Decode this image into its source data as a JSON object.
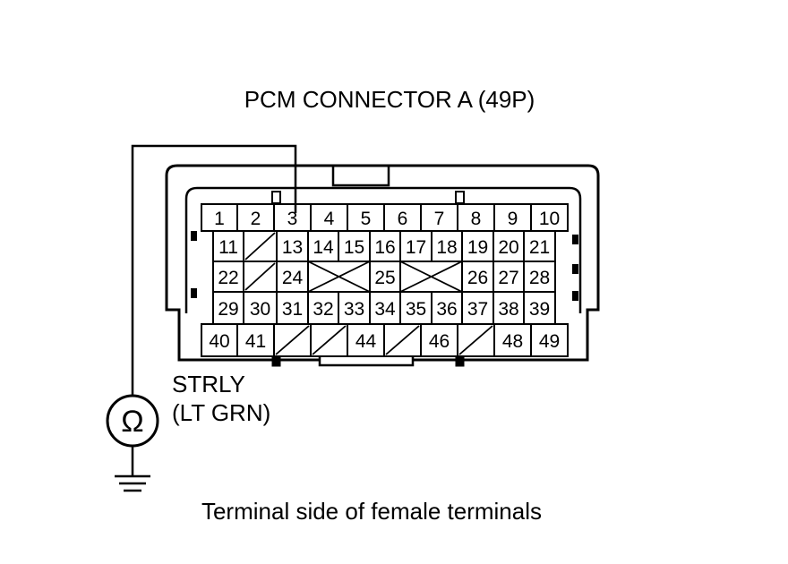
{
  "diagram": {
    "title": "PCM CONNECTOR A (49P)",
    "wire_label": "STRLY",
    "wire_color": "(LT GRN)",
    "meter_symbol": "Ω",
    "caption": "Terminal side of female terminals",
    "connected_terminal": "3"
  },
  "connector": {
    "rows": [
      [
        "1",
        "2",
        "3",
        "4",
        "5",
        "6",
        "7",
        "8",
        "9",
        "10"
      ],
      [
        "11",
        "",
        "13",
        "14",
        "15",
        "16",
        "17",
        "18",
        "19",
        "20",
        "21"
      ],
      [
        "22",
        "",
        "24",
        "",
        "25",
        "",
        "26",
        "27",
        "28"
      ],
      [
        "29",
        "30",
        "31",
        "32",
        "33",
        "34",
        "35",
        "36",
        "37",
        "38",
        "39"
      ],
      [
        "40",
        "41",
        "",
        "",
        "44",
        "",
        "46",
        "",
        "48",
        "49"
      ]
    ]
  }
}
